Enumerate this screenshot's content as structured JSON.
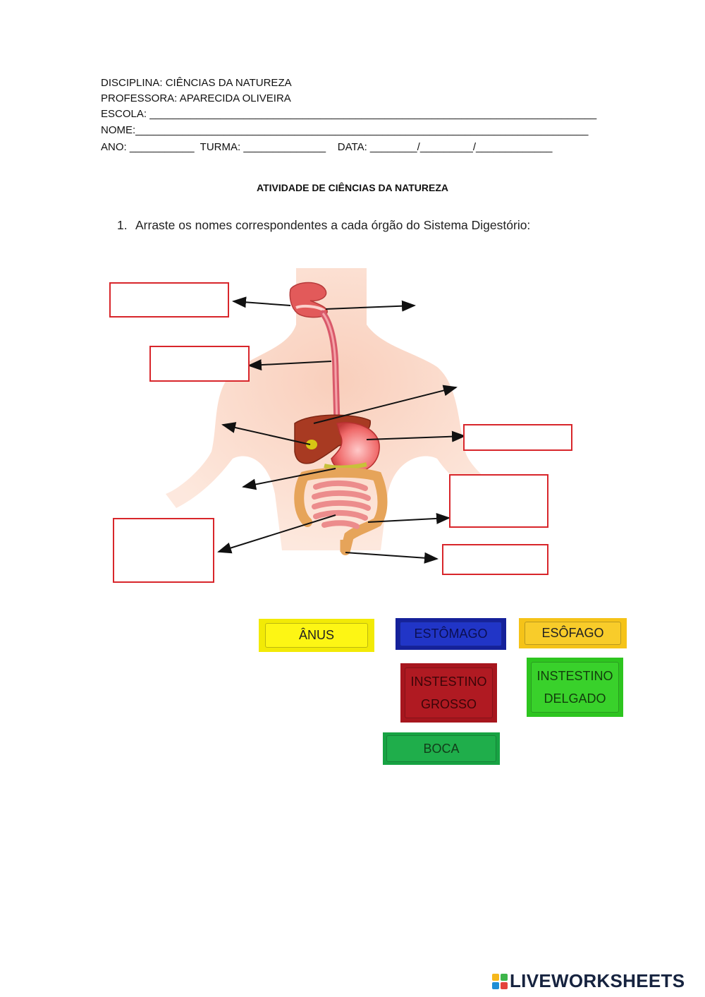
{
  "header": {
    "line1": "DISCIPLINA: CIÊNCIAS DA NATUREZA",
    "line2": "PROFESSORA: APARECIDA OLIVEIRA",
    "line3": "ESCOLA: ____________________________________________________________________________",
    "line4": "NOME:_____________________________________________________________________________",
    "line5": "ANO: ___________  TURMA: ______________    DATA: ________/_________/_____________"
  },
  "title": "ATIVIDADE DE CIÊNCIAS DA NATUREZA",
  "question": {
    "number": "1.",
    "text": "Arraste os nomes correspondentes a cada órgão do Sistema Digestório:"
  },
  "tiles": {
    "anus": "ÂNUS",
    "estomago": "ESTÔMAGO",
    "esofago": "ESÔFAGO",
    "intestino_grosso_1": "INSTESTINO",
    "intestino_grosso_2": "GROSSO",
    "intestino_delgado_1": "INSTESTINO",
    "intestino_delgado_2": "DELGADO",
    "boca": "BOCA"
  },
  "colors": {
    "drop_border": "#d8262b",
    "anus": "#f6f000",
    "estomago": "#1a2fa6",
    "esofago": "#f2c11c",
    "intestino_grosso": "#a3161f",
    "intestino_delgado": "#2fcd21",
    "boca": "#19a543"
  },
  "branding": {
    "logo_text": "LIVEWORKSHEETS"
  }
}
